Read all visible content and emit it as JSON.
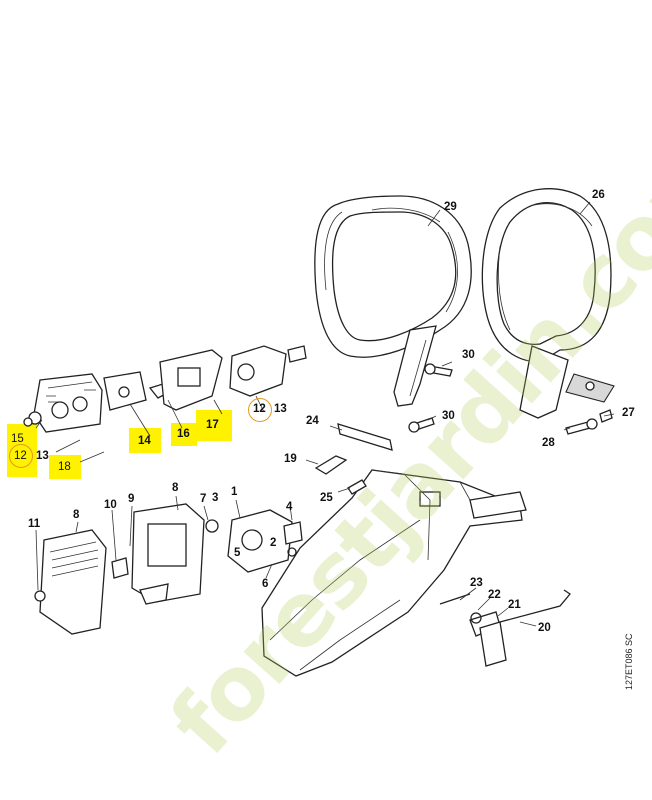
{
  "watermark": "forestjardin.com",
  "diagram_code": "127ET086 SC",
  "colors": {
    "highlight": "#fef200",
    "circle": "#e39a1f",
    "watermark": "#b4cd5a"
  },
  "labels": {
    "p1": "1",
    "p2": "2",
    "p3": "3",
    "p4": "4",
    "p5": "5",
    "p6": "6",
    "p7": "7",
    "p8a": "8",
    "p8b": "8",
    "p9": "9",
    "p10": "10",
    "p11": "11",
    "p12a": "12",
    "p12b": "12",
    "p13a": "13",
    "p13b": "13",
    "p14": "14",
    "p15": "15",
    "p16": "16",
    "p17": "17",
    "p18": "18",
    "p19": "19",
    "p20": "20",
    "p21": "21",
    "p22": "22",
    "p23": "23",
    "p24": "24",
    "p25": "25",
    "p26": "26",
    "p27": "27",
    "p28": "28",
    "p29": "29",
    "p30a": "30",
    "p30b": "30"
  }
}
